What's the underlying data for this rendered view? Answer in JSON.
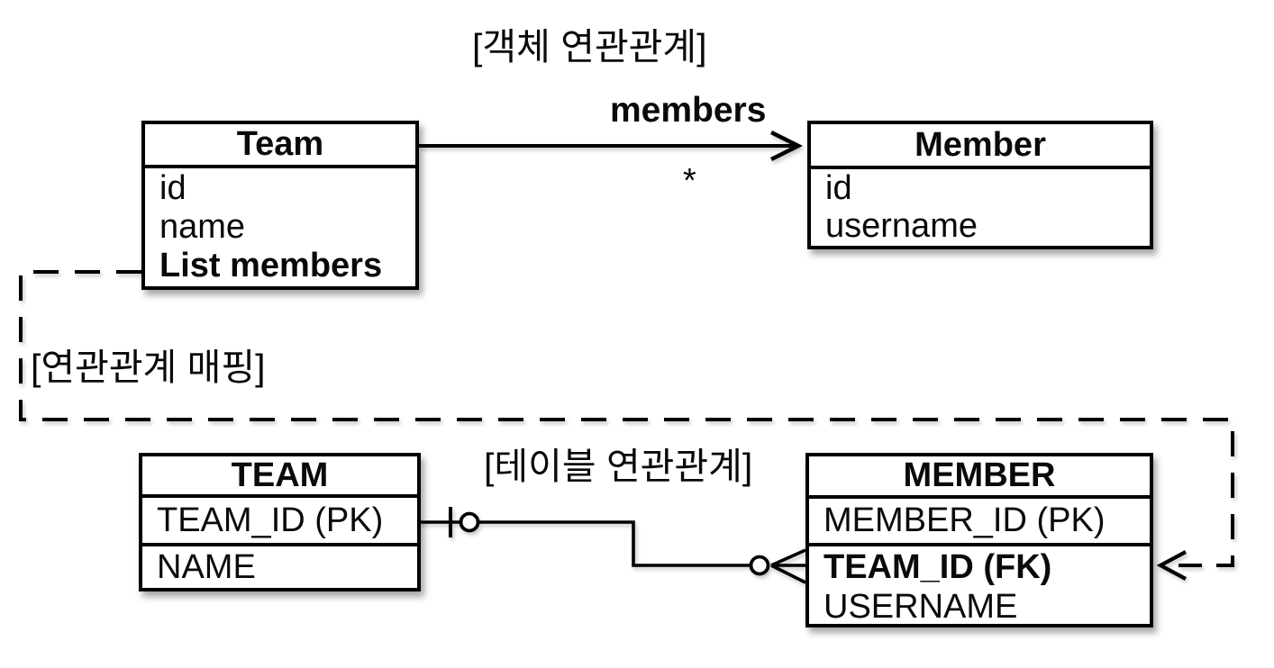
{
  "diagram": {
    "object_section_title": "[객체 연관관계]",
    "mapping_label": "[연관관계 매핑]",
    "table_section_title": "[테이블 연관관계]",
    "association": {
      "name": "members",
      "multiplicity": "*"
    },
    "object_classes": {
      "team": {
        "title": "Team",
        "fields": [
          "id",
          "name",
          "List members"
        ]
      },
      "member": {
        "title": "Member",
        "fields": [
          "id",
          "username"
        ]
      }
    },
    "tables": {
      "team": {
        "title": "TEAM",
        "columns": [
          "TEAM_ID (PK)",
          "NAME"
        ]
      },
      "member": {
        "title": "MEMBER",
        "columns": [
          "MEMBER_ID (PK)",
          "TEAM_ID (FK)",
          "USERNAME"
        ]
      }
    },
    "colors": {
      "line": "#000000",
      "background": "#ffffff"
    }
  }
}
